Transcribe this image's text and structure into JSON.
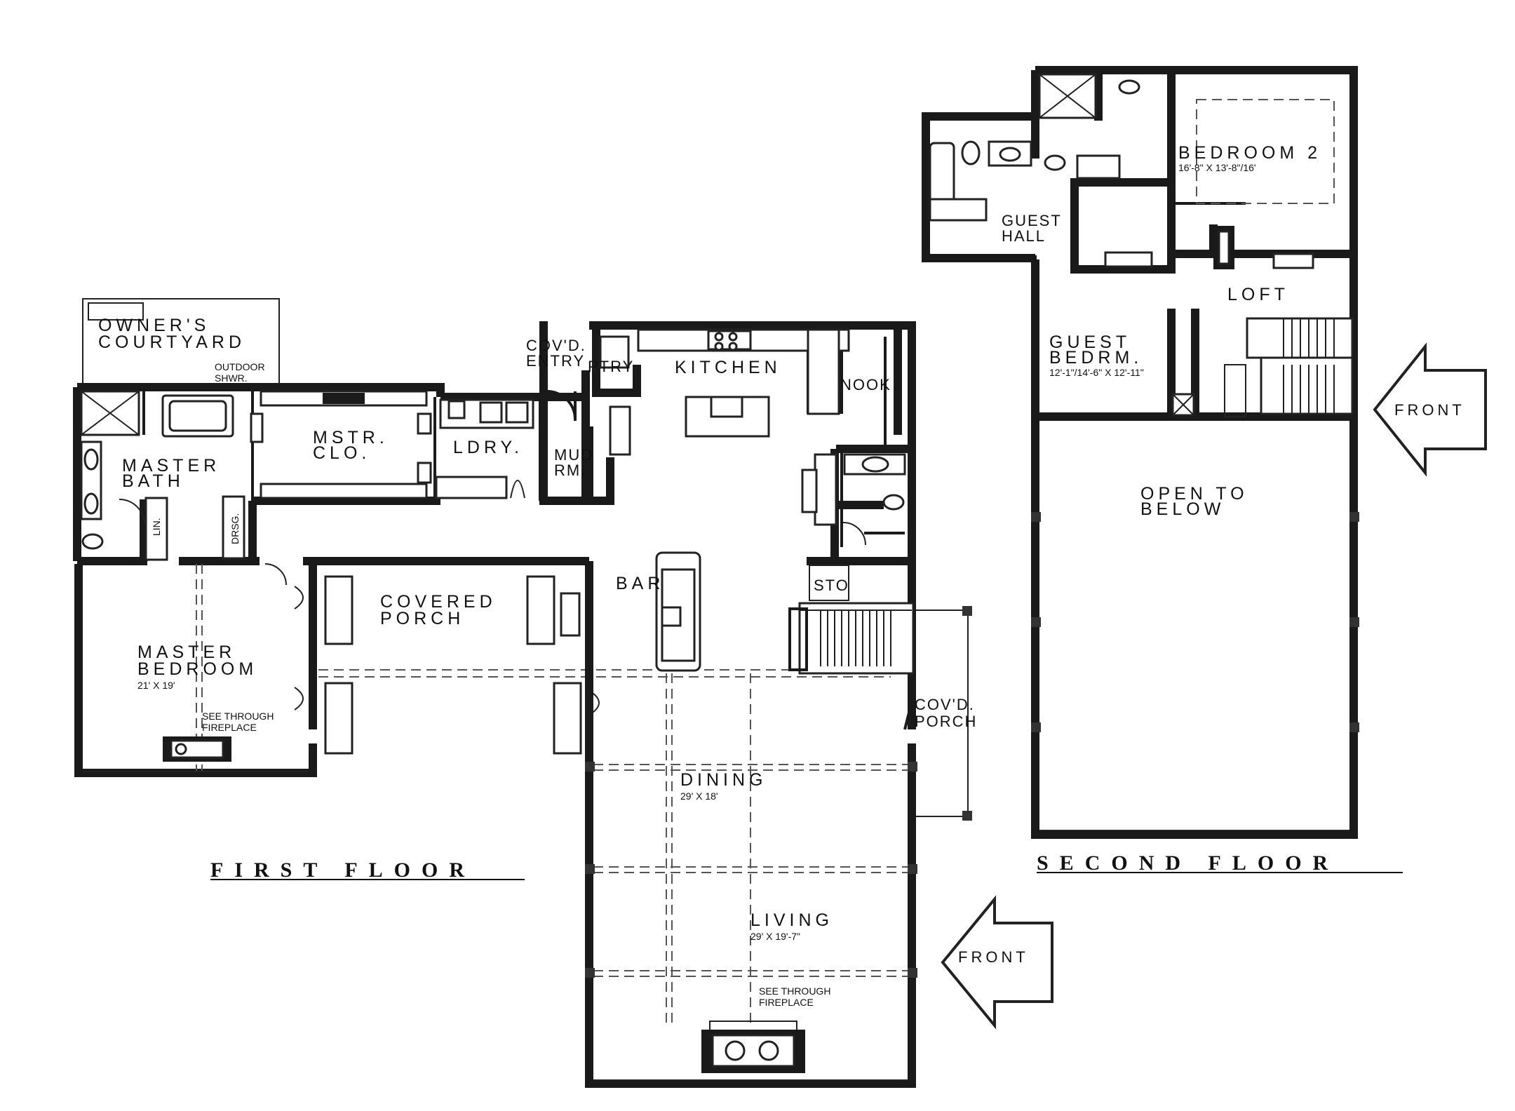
{
  "first_floor": {
    "title": "FIRST FLOOR",
    "rooms": {
      "owners_courtyard_1": "OWNER'S",
      "owners_courtyard_2": "COURTYARD",
      "outdoor_shwr_1": "OUTDOOR",
      "outdoor_shwr_2": "SHWR.",
      "master_bath_1": "MASTER",
      "master_bath_2": "BATH",
      "mstr_clo_1": "MSTR.",
      "mstr_clo_2": "CLO.",
      "ldry": "LDRY.",
      "mud_rm_1": "MUD",
      "mud_rm_2": "RM.",
      "covd_entry_1": "COV'D.",
      "covd_entry_2": "ENTRY",
      "ptry": "PTRY",
      "kitchen": "KITCHEN",
      "nook": "NOOK",
      "lin": "LIN.",
      "drsg": "DRSG.",
      "master_bedroom_1": "MASTER",
      "master_bedroom_2": "BEDROOM",
      "master_bedroom_dim": "21' X 19'",
      "see_through_fireplace_1a": "SEE THROUGH",
      "see_through_fireplace_1b": "FIREPLACE",
      "covered_porch_1": "COVERED",
      "covered_porch_2": "PORCH",
      "bar": "BAR",
      "sto": "STO",
      "covd_porch_1": "COV'D.",
      "covd_porch_2": "PORCH",
      "dining": "DINING",
      "dining_dim": "29' X 18'",
      "living": "LIVING",
      "living_dim": "29' X 19'-7\"",
      "see_through_fireplace_2a": "SEE THROUGH",
      "see_through_fireplace_2b": "FIREPLACE"
    },
    "front_label": "FRONT"
  },
  "second_floor": {
    "title": "SECOND FLOOR",
    "rooms": {
      "bedroom2": "BEDROOM 2",
      "bedroom2_dim": "16'-8\" X 13'-8\"/16'",
      "guest_hall_1": "GUEST",
      "guest_hall_2": "HALL",
      "loft": "LOFT",
      "guest_bedrm_1": "GUEST",
      "guest_bedrm_2": "BEDRM.",
      "guest_bedrm_dim": "12'-1\"/14'-6\" X 12'-11\"",
      "open_to_below_1": "OPEN TO",
      "open_to_below_2": "BELOW"
    },
    "front_label": "FRONT"
  }
}
